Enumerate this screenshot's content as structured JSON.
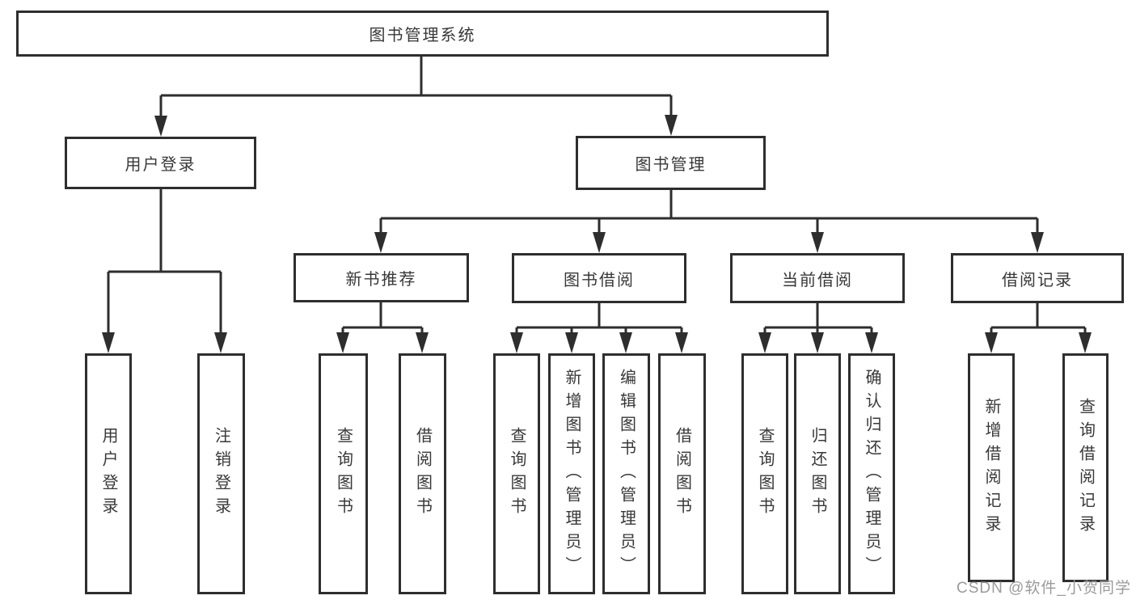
{
  "diagram": {
    "title": "图书管理系统",
    "colors": {
      "line": "#2e2e2e",
      "box_border": "#2e2e2e",
      "text": "#383838",
      "watermark": "#9b9b9b",
      "background": "#ffffff"
    },
    "nodes": {
      "root": "图书管理系统",
      "user_login": "用户登录",
      "book_management": "图书管理",
      "new_book_recommend": "新书推荐",
      "book_borrowing": "图书借阅",
      "current_borrowing": "当前借阅",
      "borrowing_records": "借阅记录",
      "user_login_children": [
        "用户登录",
        "注销登录"
      ],
      "new_book_recommend_children": [
        "查询图书",
        "借阅图书"
      ],
      "book_borrowing_children": [
        "查询图书",
        "新增图书（管理员）",
        "编辑图书（管理员）",
        "借阅图书"
      ],
      "current_borrowing_children": [
        "查询图书",
        "归还图书",
        "确认归还（管理员）"
      ],
      "borrowing_records_children": [
        "新增借阅记录",
        "查询借阅记录"
      ]
    }
  },
  "watermark": "CSDN @软件_小贺同学"
}
